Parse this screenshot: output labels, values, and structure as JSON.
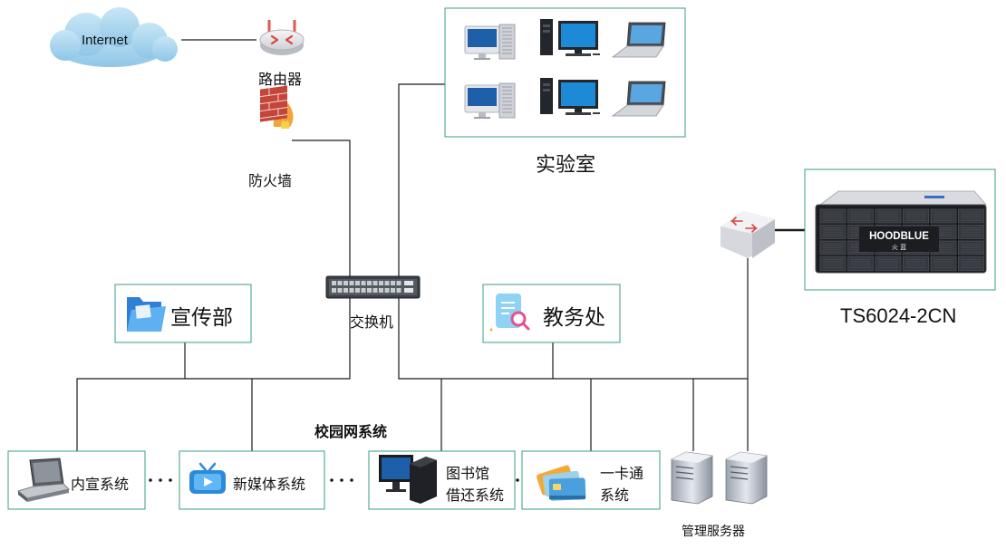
{
  "internet": {
    "label": "Internet"
  },
  "router": {
    "label": "路由器"
  },
  "firewall": {
    "label": "防火墙"
  },
  "lab": {
    "label": "实验室"
  },
  "switch": {
    "label": "交换机"
  },
  "storage": {
    "brand": "HOODBLUE",
    "brand_sub": "火 蓝",
    "model": "TS6024-2CN"
  },
  "publicity": {
    "label": "宣传部"
  },
  "academic": {
    "label": "教务处"
  },
  "campus": {
    "label": "校园网系统"
  },
  "systems": [
    {
      "line1": "内宣系统",
      "line2": ""
    },
    {
      "line1": "新媒体系统",
      "line2": ""
    },
    {
      "line1": "图书馆",
      "line2": "借还系统"
    },
    {
      "line1": "一卡通",
      "line2": "系统"
    }
  ],
  "servers": {
    "label": "管理服务器"
  },
  "colors": {
    "line": "#1a1a1a",
    "box_border": "#3a9d86",
    "cloud": "#a6d4ec",
    "router": "#e8e8ec",
    "arrow": "#d9443b"
  }
}
